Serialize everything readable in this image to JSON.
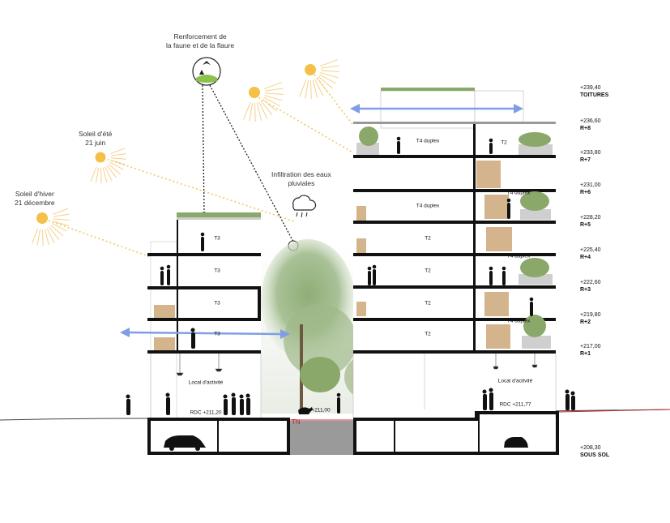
{
  "annotations": {
    "biodiversity": "Renforcement de\nla faune et de la flaure",
    "summer_sun": "Soleil d'été\n21 juin",
    "winter_sun": "Soleil d'hiver\n21 décembre",
    "rain": "Infiltration des eaux\npluviales",
    "ground": "TN"
  },
  "left_building": {
    "units": [
      "T3",
      "T3",
      "T3",
      "T3"
    ],
    "ground": "Local d'activité",
    "rdc": "RDC +211,20"
  },
  "right_building": {
    "units": [
      "T4 duplex",
      "T4 duplex",
      "T2",
      "T2",
      "T2",
      "T2"
    ],
    "east_units": [
      "T2",
      "T4 duplex",
      "T4 duplex",
      "T4 duplex"
    ],
    "ground": "Local d'activité",
    "rdc": "RDC +211,77"
  },
  "courtyard_level": "+211,00",
  "levels": [
    {
      "value": "+239,40",
      "name": "TOITURES"
    },
    {
      "value": "+236,60",
      "name": "R+8"
    },
    {
      "value": "+233,80",
      "name": "R+7"
    },
    {
      "value": "+231,00",
      "name": "R+6"
    },
    {
      "value": "+228,20",
      "name": "R+5"
    },
    {
      "value": "+225,40",
      "name": "R+4"
    },
    {
      "value": "+222,60",
      "name": "R+3"
    },
    {
      "value": "+219,80",
      "name": "R+2"
    },
    {
      "value": "+217,00",
      "name": "R+1"
    },
    {
      "value": "+208,30",
      "name": "SOUS SOL"
    }
  ],
  "colors": {
    "slab": "#111111",
    "sun": "#f4c048",
    "sun_ray": "#f2c767",
    "airflow": "#7f9ee6",
    "ground_line": "#c1272d",
    "timber": "#d4b48c",
    "vegetation": "#7fa35e"
  }
}
